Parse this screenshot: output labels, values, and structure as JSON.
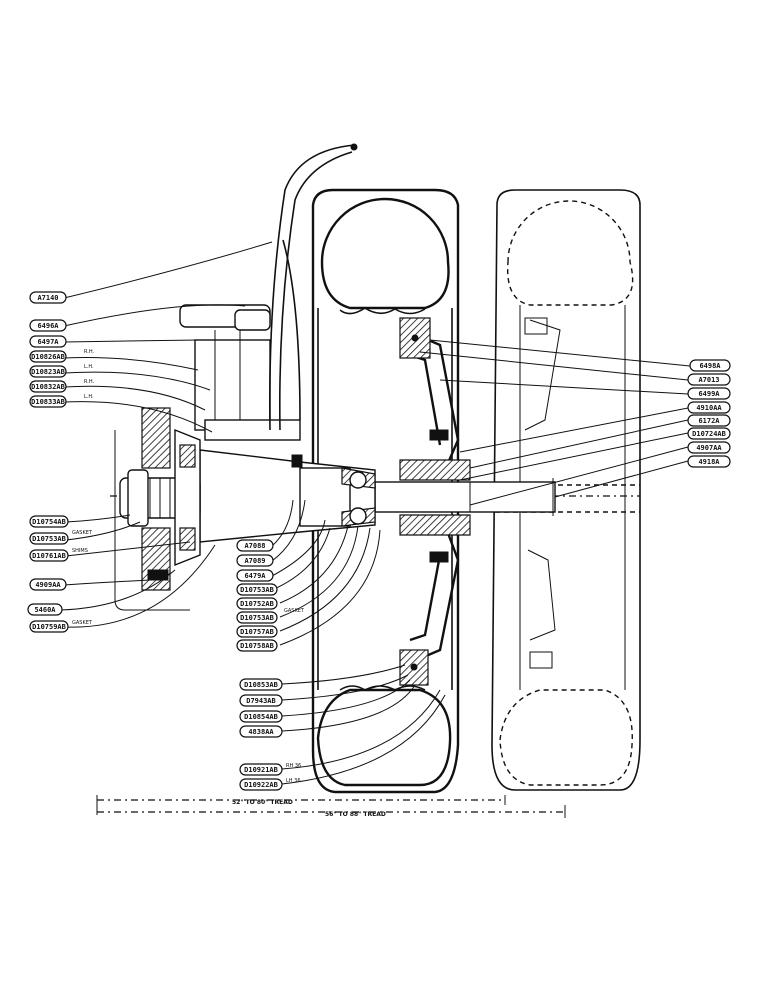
{
  "labels_left": [
    {
      "id": "l1",
      "text": "A7140"
    },
    {
      "id": "l2",
      "text": "6496A"
    },
    {
      "id": "l3",
      "text": "6497A"
    },
    {
      "id": "l4",
      "text": "D10826AB"
    },
    {
      "id": "l5",
      "text": "D10823AB"
    },
    {
      "id": "l6",
      "text": "D10832AB"
    },
    {
      "id": "l7",
      "text": "D10833AB"
    },
    {
      "id": "l8",
      "text": "D10754AB"
    },
    {
      "id": "l9",
      "text": "D10753AB"
    },
    {
      "id": "l10",
      "text": "D10761AB"
    },
    {
      "id": "l11",
      "text": "4909AA"
    },
    {
      "id": "l12",
      "text": "5460A"
    },
    {
      "id": "l13",
      "text": "D10759AB"
    }
  ],
  "labels_center": [
    {
      "id": "c1",
      "text": "A7088"
    },
    {
      "id": "c2",
      "text": "A7089"
    },
    {
      "id": "c3",
      "text": "6479A"
    },
    {
      "id": "c4",
      "text": "D10753AB"
    },
    {
      "id": "c5",
      "text": "D10752AB"
    },
    {
      "id": "c6",
      "text": "D10753AB"
    },
    {
      "id": "c7",
      "text": "D10757AB"
    },
    {
      "id": "c8",
      "text": "D10758AB"
    }
  ],
  "labels_bottom": [
    {
      "id": "b1",
      "text": "D10853AB"
    },
    {
      "id": "b2",
      "text": "D7943AB"
    },
    {
      "id": "b3",
      "text": "D10854AB"
    },
    {
      "id": "b4",
      "text": "4838AA"
    },
    {
      "id": "b5",
      "text": "D10921AB"
    },
    {
      "id": "b6",
      "text": "D10922AB"
    }
  ],
  "labels_right": [
    {
      "id": "r1",
      "text": "6498A"
    },
    {
      "id": "r2",
      "text": "A7013"
    },
    {
      "id": "r3",
      "text": "6499A"
    },
    {
      "id": "r4",
      "text": "4910AA"
    },
    {
      "id": "r5",
      "text": "6172A"
    },
    {
      "id": "r6",
      "text": "D10724AB"
    },
    {
      "id": "r7",
      "text": "4907AA"
    },
    {
      "id": "r8",
      "text": "4918A"
    }
  ],
  "notes": {
    "rh": "R.H.",
    "lh1": "L.H.",
    "rh2": "R.H.",
    "lh2": "L.H.",
    "gasket1": "GASKET",
    "shims": "SHIMS",
    "gasket2": "GASKET",
    "gasket3": "GASKET",
    "rh3": "RH 36",
    "lh3": "LH 36"
  },
  "tread": {
    "short": "52\" TO 80\" TREAD",
    "long": "56\" TO 88\" TREAD"
  }
}
